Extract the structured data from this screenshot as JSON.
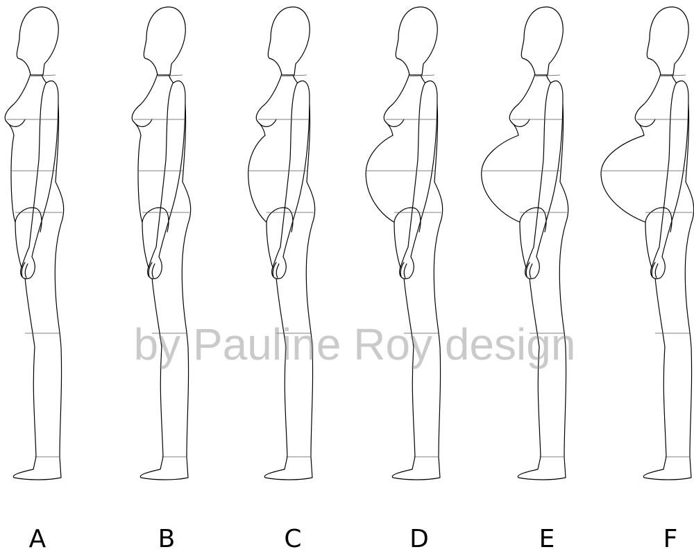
{
  "watermark": "by Pauline Roy design",
  "figures": [
    {
      "label": "A",
      "belly": 0.0
    },
    {
      "label": "B",
      "belly": 0.0
    },
    {
      "label": "C",
      "belly": 0.35
    },
    {
      "label": "D",
      "belly": 0.6
    },
    {
      "label": "E",
      "belly": 0.85
    },
    {
      "label": "F",
      "belly": 1.0
    }
  ],
  "colors": {
    "line": "#000000",
    "measure_line": "#555555",
    "watermark": "#8a8a8a"
  }
}
